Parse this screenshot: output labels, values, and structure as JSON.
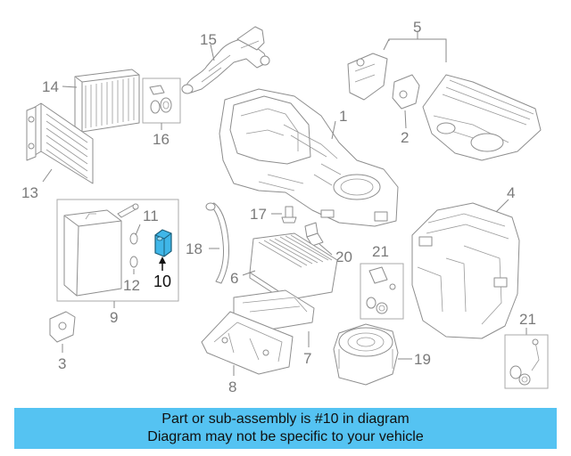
{
  "callouts": {
    "c1": "1",
    "c2": "2",
    "c3": "3",
    "c4": "4",
    "c5": "5",
    "c6": "6",
    "c7": "7",
    "c8": "8",
    "c9": "9",
    "c10": "10",
    "c11": "11",
    "c12": "12",
    "c13": "13",
    "c14": "14",
    "c15": "15",
    "c16": "16",
    "c17": "17",
    "c18": "18",
    "c19": "19",
    "c20": "20",
    "c21a": "21",
    "c21b": "21"
  },
  "highlighted_part": "10",
  "colors": {
    "highlight": "#3fb6e8",
    "banner": "#55c3f2",
    "linework": "#8e8e8e"
  },
  "banner": {
    "line1": "Part or sub-assembly is #10 in diagram",
    "line2": "Diagram may not be specific to your vehicle"
  }
}
